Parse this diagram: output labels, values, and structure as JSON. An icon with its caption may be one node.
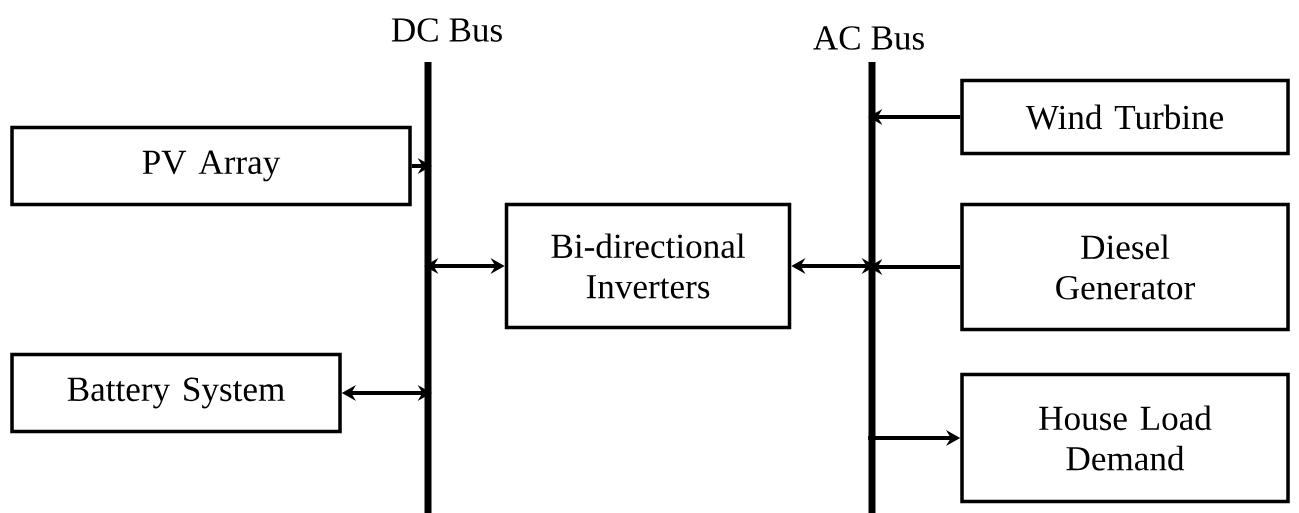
{
  "diagram": {
    "nodes": [
      {
        "text": [
          "DC Bus"
        ]
      },
      {
        "text": [
          "AC Bus"
        ]
      },
      {
        "text": [
          "PV Array"
        ]
      },
      {
        "text": [
          "Battery System"
        ]
      },
      {
        "text": [
          "Bi-directional Inverters"
        ]
      },
      {
        "text": [
          "Wind Turbine"
        ]
      },
      {
        "text": [
          "Diesel Generator"
        ]
      },
      {
        "text": [
          "House Load Demand"
        ]
      }
    ],
    "edges": [
      {
        "from": 2,
        "to": 0,
        "arrow": "to"
      },
      {
        "from": 3,
        "to": 0,
        "arrow": "both"
      },
      {
        "from": 4,
        "to": 0,
        "arrow": "both"
      },
      {
        "from": 4,
        "to": 1,
        "arrow": "both"
      },
      {
        "from": 5,
        "to": 1,
        "arrow": "to"
      },
      {
        "from": 6,
        "to": 1,
        "arrow": "to"
      },
      {
        "from": 1,
        "to": 7,
        "arrow": "to"
      }
    ]
  }
}
